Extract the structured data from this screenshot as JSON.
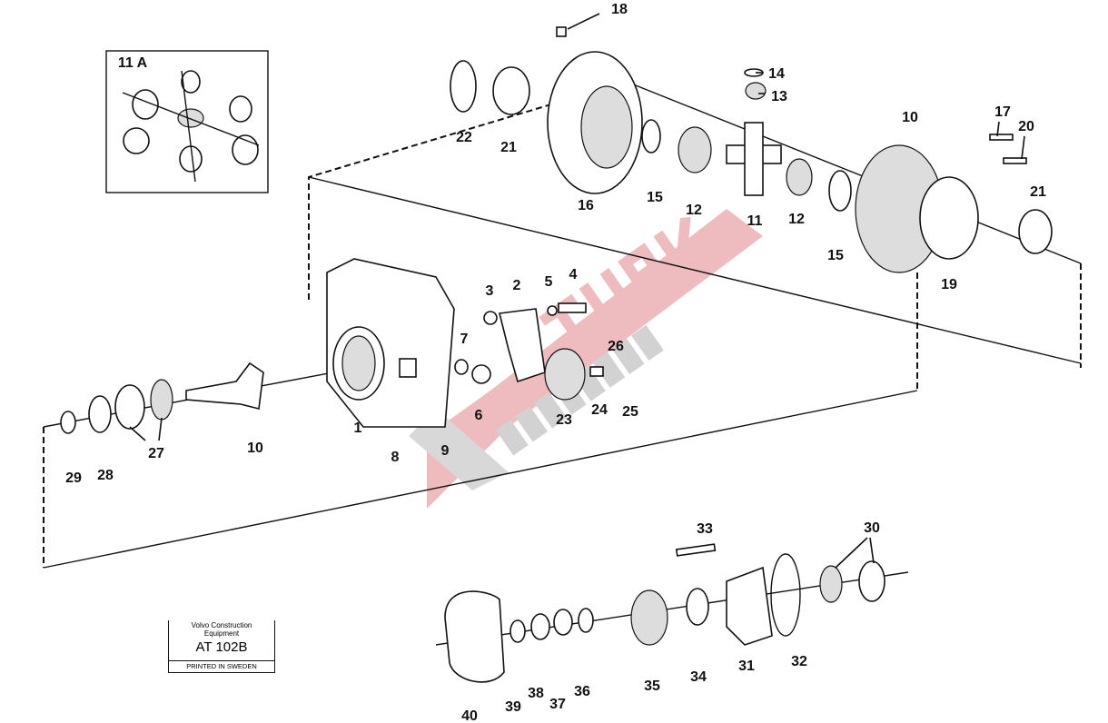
{
  "diagram": {
    "inset_label": "11 A",
    "callouts": [
      "18",
      "14",
      "13",
      "22",
      "21",
      "10",
      "17",
      "20",
      "16",
      "15",
      "12",
      "11",
      "12",
      "15",
      "21",
      "19",
      "3",
      "2",
      "5",
      "4",
      "7",
      "26",
      "6",
      "23",
      "24",
      "25",
      "1",
      "8",
      "9",
      "10",
      "27",
      "29",
      "28",
      "33",
      "30",
      "31",
      "32",
      "35",
      "34",
      "36",
      "37",
      "38",
      "39",
      "40"
    ],
    "title_block": {
      "company": "Volvo Construction Equipment",
      "code": "AT 102B",
      "footer": "PRINTED IN SWEDEN"
    },
    "watermark": {
      "line1": "TÜRK",
      "line2": "ŞANZIMAN",
      "color": "#e8a0a4",
      "gray": "#bdbdbd"
    }
  }
}
